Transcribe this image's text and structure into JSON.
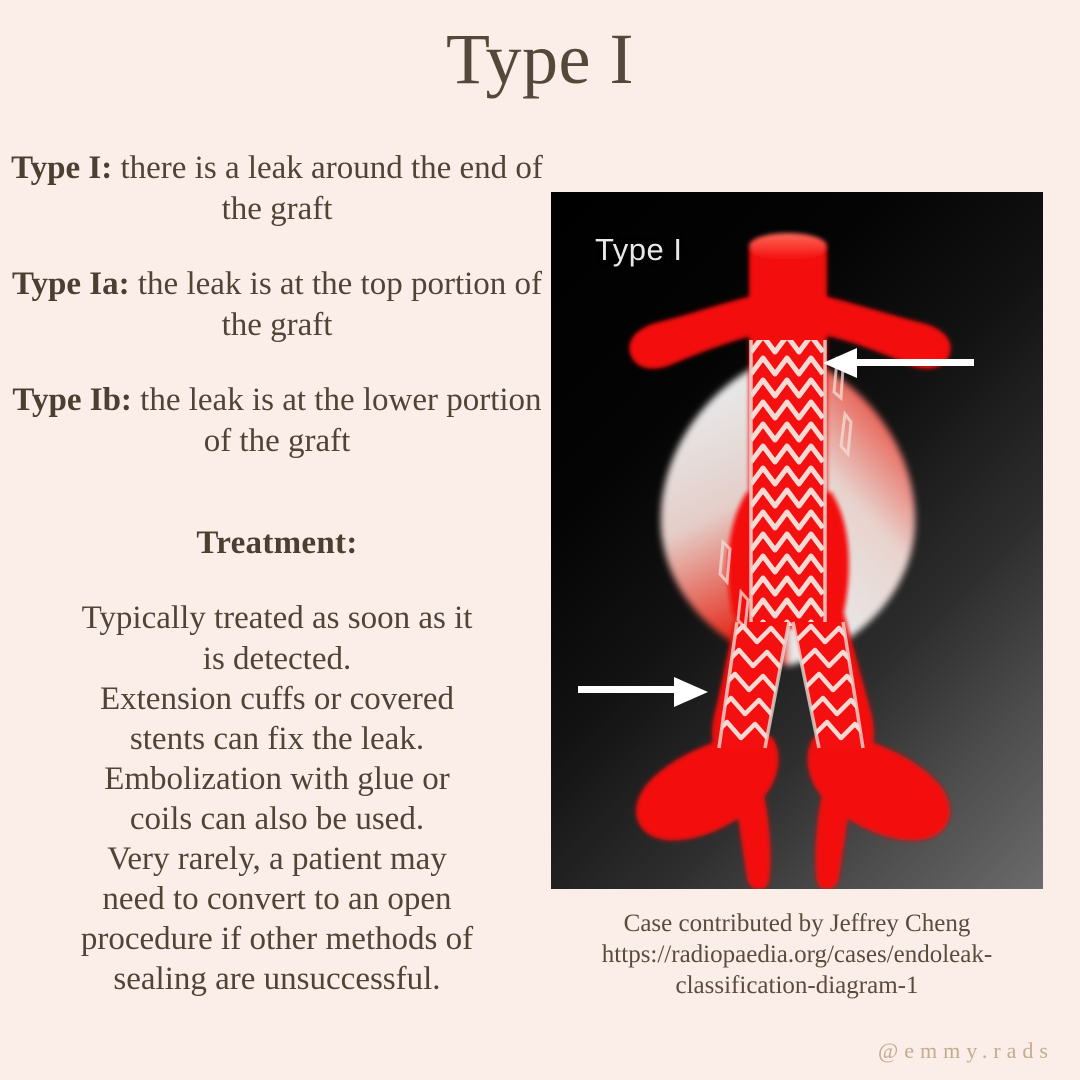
{
  "page": {
    "title": "Type I",
    "background_color": "#fbeee9",
    "text_color": "#4f4436"
  },
  "definitions": [
    {
      "label": "Type I:",
      "text": " there is a leak around the end of the graft"
    },
    {
      "label": "Type Ia:",
      "text": " the leak is at the top portion of the graft"
    },
    {
      "label": "Type Ib:",
      "text": " the leak is at the lower portion of the graft"
    }
  ],
  "treatment": {
    "heading": "Treatment:",
    "lines": [
      "Typically treated as soon as it",
      "is detected.",
      "Extension cuffs or covered",
      "stents can fix the leak.",
      "Embolization with glue or",
      "coils can also be used.",
      "Very rarely, a patient may",
      "need to convert to an open",
      "procedure if other methods of",
      "sealing are unsuccessful."
    ]
  },
  "figure": {
    "label": "Type I",
    "label_color": "#e8e8e8",
    "background_from": "#000000",
    "background_to": "#6b6b6b",
    "vessel_color": "#f41010",
    "vessel_highlight": "#ff4a3a",
    "stent_strut_color": "#f2e3dc",
    "sac_color": "#f0f0f0",
    "arrow_color": "#ffffff",
    "annotations": [
      {
        "name": "type-ia-arrow",
        "direction": "left",
        "target": "proximal graft attachment"
      },
      {
        "name": "type-ib-arrow",
        "direction": "right",
        "target": "distal iliac limb attachment"
      }
    ]
  },
  "caption": {
    "lines": [
      "Case contributed by Jeffrey Cheng",
      "https://radiopaedia.org/cases/endoleak-",
      "classification-diagram-1"
    ]
  },
  "watermark": {
    "handle": "@emmy.rads",
    "color": "#c3ab8d"
  }
}
